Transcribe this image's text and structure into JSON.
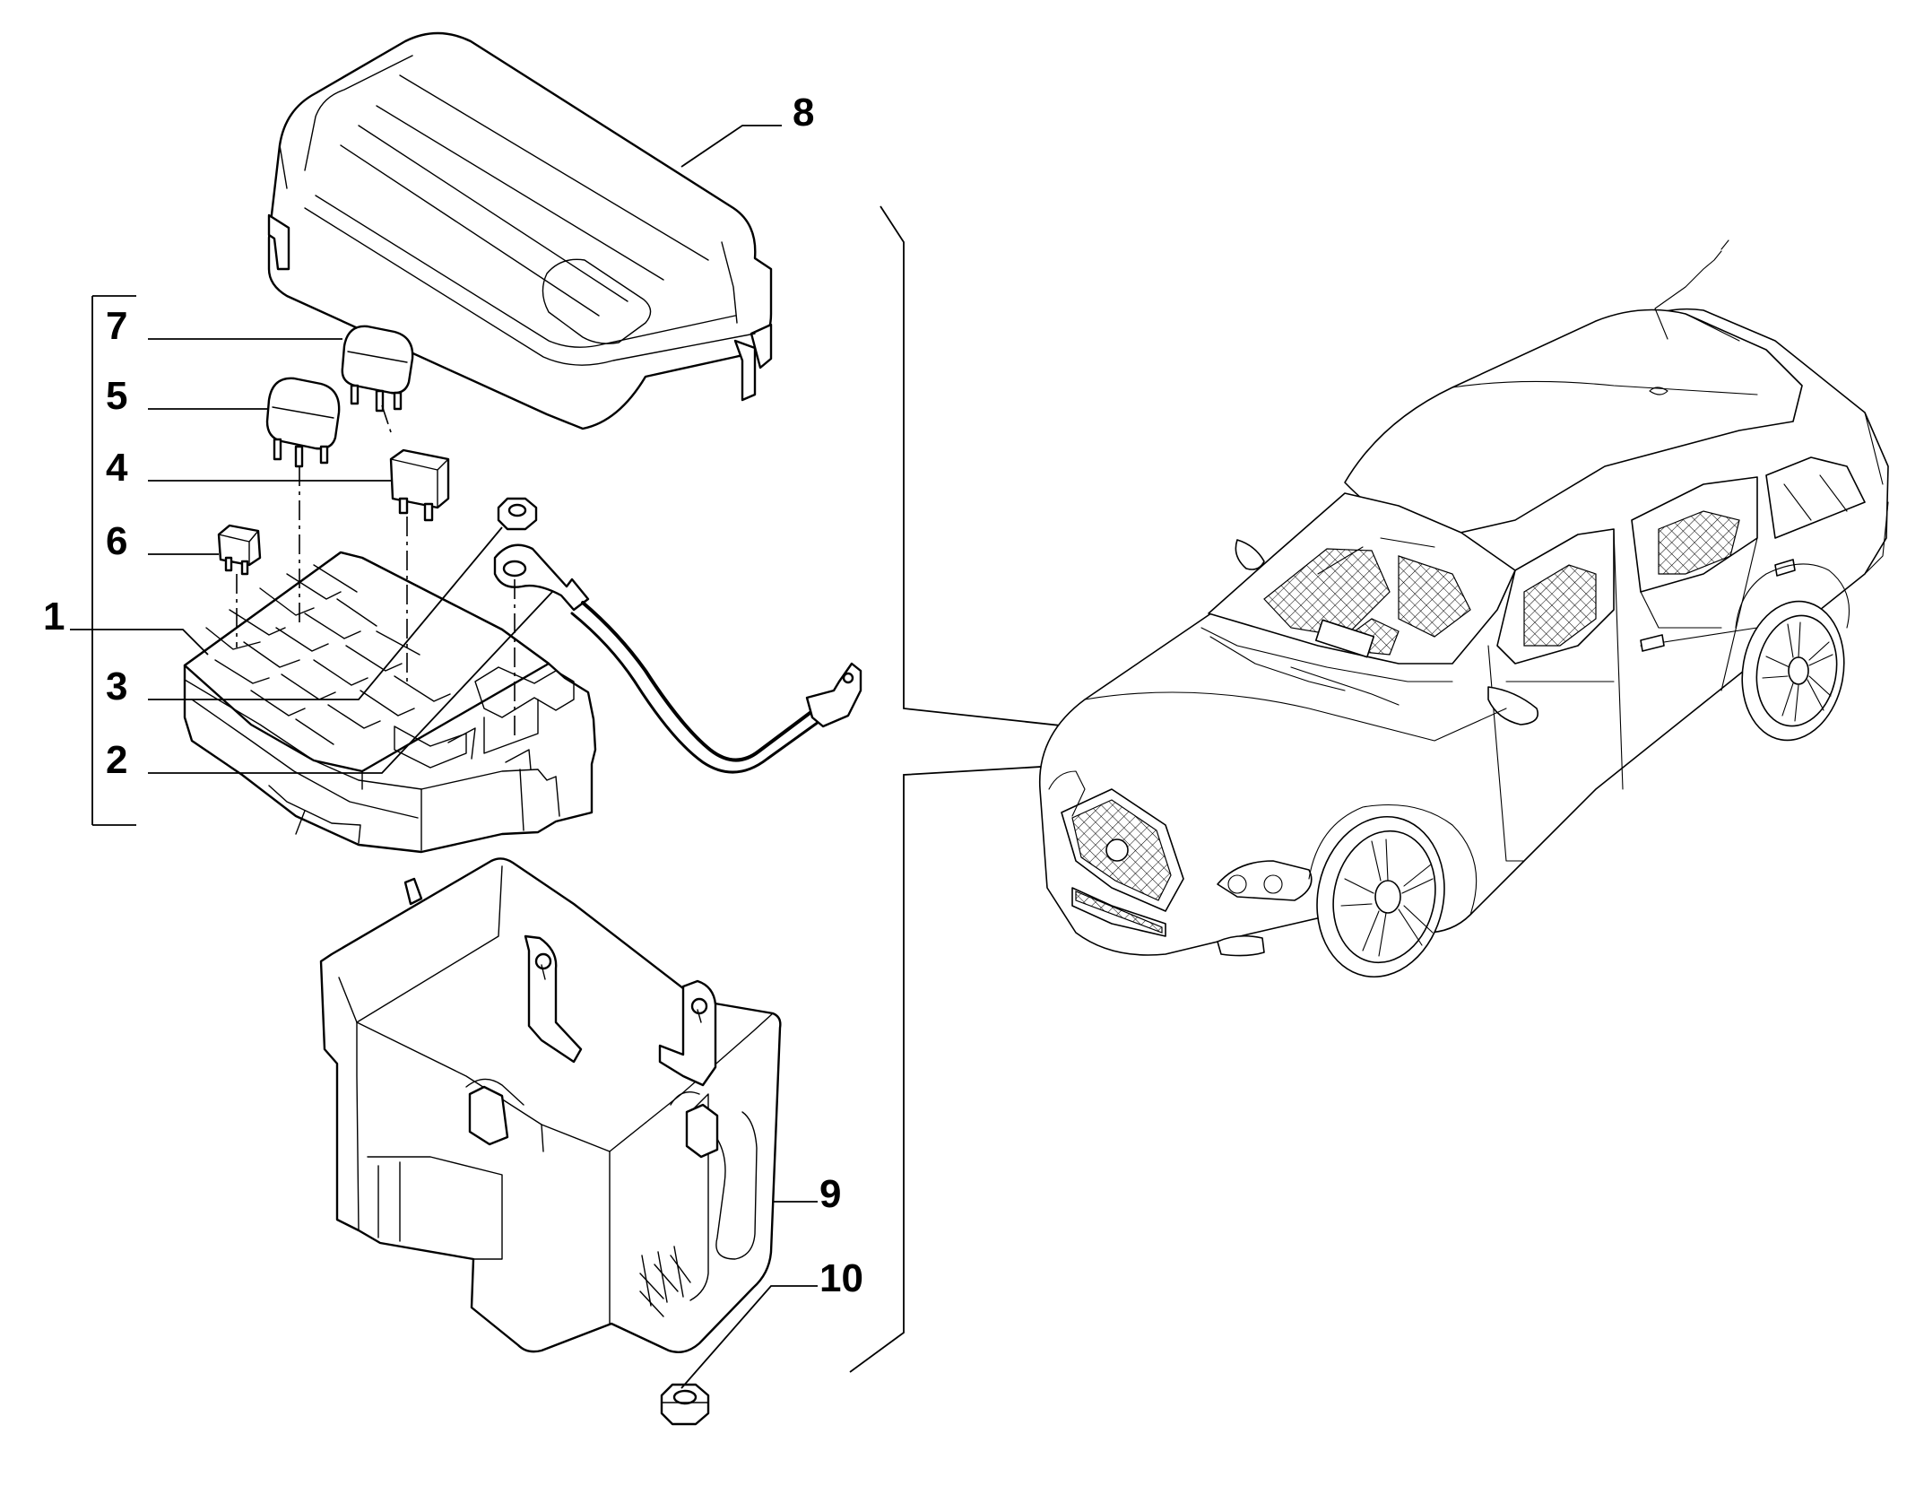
{
  "diagram": {
    "callouts": [
      "1",
      "2",
      "3",
      "4",
      "5",
      "6",
      "7",
      "8",
      "9",
      "10"
    ]
  }
}
